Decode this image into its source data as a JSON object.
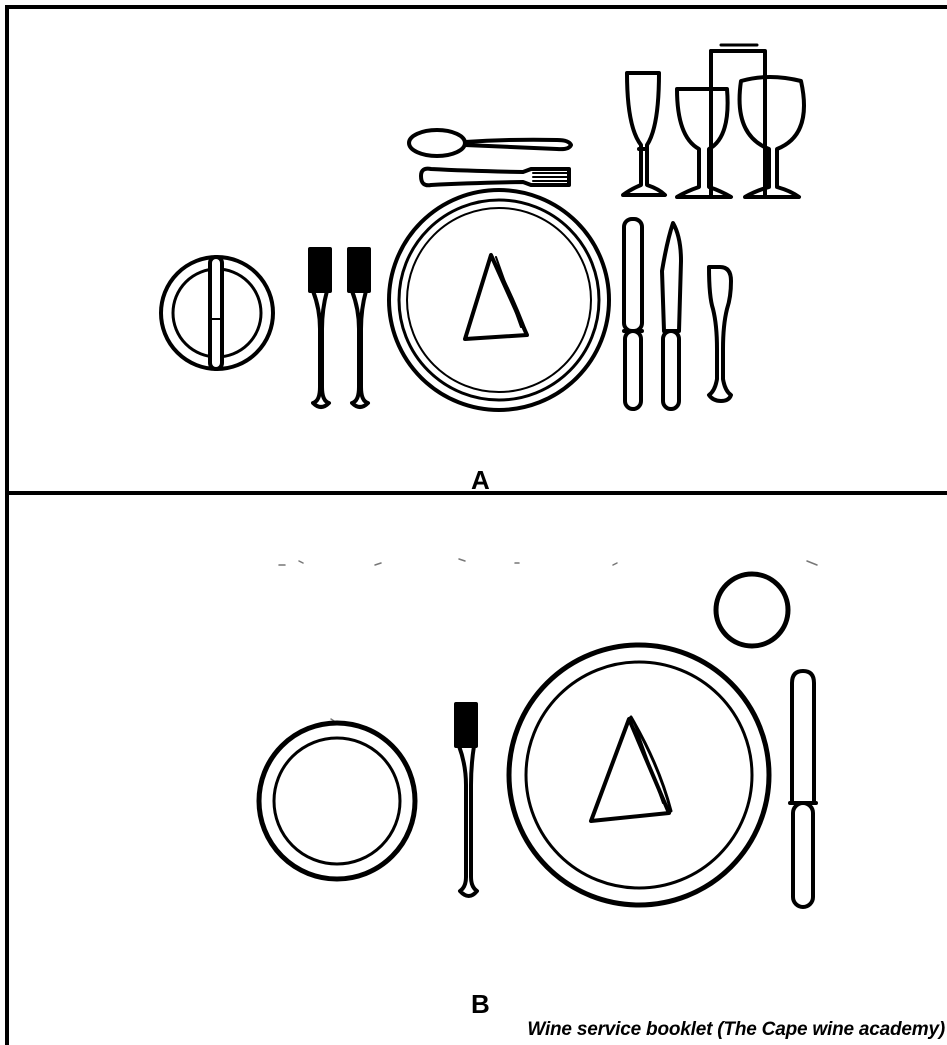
{
  "figures": [
    {
      "label": "A"
    },
    {
      "label": "B"
    }
  ],
  "caption": "Wine service booklet (The Cape wine academy)"
}
